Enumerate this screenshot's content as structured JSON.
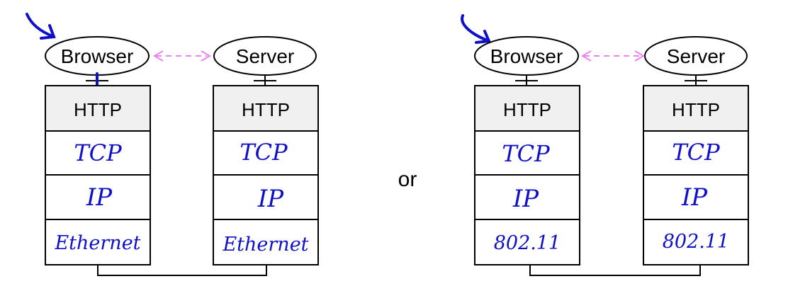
{
  "left_stack": {
    "app_label": "Browser",
    "layers": [
      "HTTP",
      "TCP",
      "IP",
      "Ethernet"
    ]
  },
  "left_peer": {
    "app_label": "Server",
    "layers": [
      "HTTP",
      "TCP",
      "IP",
      "Ethernet"
    ]
  },
  "separator": "or",
  "right_stack": {
    "app_label": "Browser",
    "layers": [
      "HTTP",
      "TCP",
      "IP",
      "802.11"
    ]
  },
  "right_peer": {
    "app_label": "Server",
    "layers": [
      "HTTP",
      "TCP",
      "IP",
      "802.11"
    ]
  },
  "colors": {
    "ink": "#000000",
    "http_fill": "#f0f0f0",
    "handwriting": "#1010c8",
    "peer_link": "#ee82ee"
  }
}
